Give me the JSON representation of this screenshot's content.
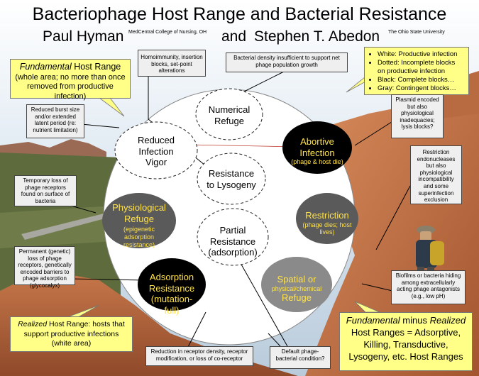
{
  "title": "Bacteriophage Host Range and Bacterial Resistance",
  "authors": {
    "author1": "Paul Hyman",
    "affil1": "MedCentral College of Nursing, OH",
    "and": "and",
    "author2": "Stephen T. Abedon",
    "affil2": "The Ohio State University"
  },
  "colors": {
    "productive": "#ffffff",
    "complete": "#000000",
    "contingent": "#6e6e6e",
    "yellow_text": "#ffe24a",
    "callout": "#ffff88",
    "note_box": "#efefef"
  },
  "legend": {
    "items": [
      "White: Productive infection",
      "Dotted: Incomplete blocks on productive infection",
      "Black: Complete blocks…",
      "Gray: Contingent blocks…"
    ]
  },
  "fundamental": {
    "emph": "Fundamental",
    "rest": " Host Range",
    "desc": "(whole area; no more than once removed from productive infection)"
  },
  "realized": {
    "emph": "Realized",
    "rest": " Host Range: hosts that support productive infections (white area)"
  },
  "bottom_right": {
    "emph": "Fundamental",
    "line1_rest": " minus ",
    "emph2": "Realized",
    "line2": "Host Ranges = Adsorptive,",
    "line3": "Killing, Transductive,",
    "line4": "Lysogeny, etc. Host Ranges"
  },
  "notes": {
    "homoimmunity": "Homoimmunity, insertion blocks, set-point alterations",
    "density": "Bacterial density insufficient to support net phage population growth",
    "reduced_burst": "Reduced burst size and/or extended latent period (re: nutrient limitation)",
    "temporary_loss": "Temporary loss of phage receptors found on surface of bacteria",
    "permanent_loss": "Permanent (genetic) loss of phage receptors, genetically encoded barriers to phage adsorption (glycocalyx)",
    "receptor_density": "Reduction in receptor density, receptor modification, or loss of co-receptor",
    "default_phage": "Default phage-bacterial condition?",
    "plasmid": "Plasmid encoded but also physiological inadequacies; lysis blocks?",
    "restriction_note": "Restriction endonucleases but also physiological incompatibility and some superinfection exclusion",
    "biofilms": "Biofilms or bacteria hiding among extracellularly acting phage antagonists (e.g., low pH)"
  },
  "refuges": {
    "numerical": "Numerical Refuge",
    "reduced_vigor": "Reduced Infection Vigor",
    "resistance_lysogeny": "Resistance to Lysogeny",
    "partial": "Partial Resistance (adsorption)",
    "abortive": "Abortive Infection",
    "abortive_sub": "(phage & host die)",
    "physiological": "Physiological Refuge",
    "physiological_sub": "(epigenetic adsorption resistance)",
    "restriction": "Restriction",
    "restriction_sub": "(phage dies; host lives)",
    "adsorption": "Adsorption Resistance (mutation-full)",
    "spatial": "Spatial or",
    "spatial_mid": "physical/chemical",
    "spatial_end": "Refuge"
  }
}
